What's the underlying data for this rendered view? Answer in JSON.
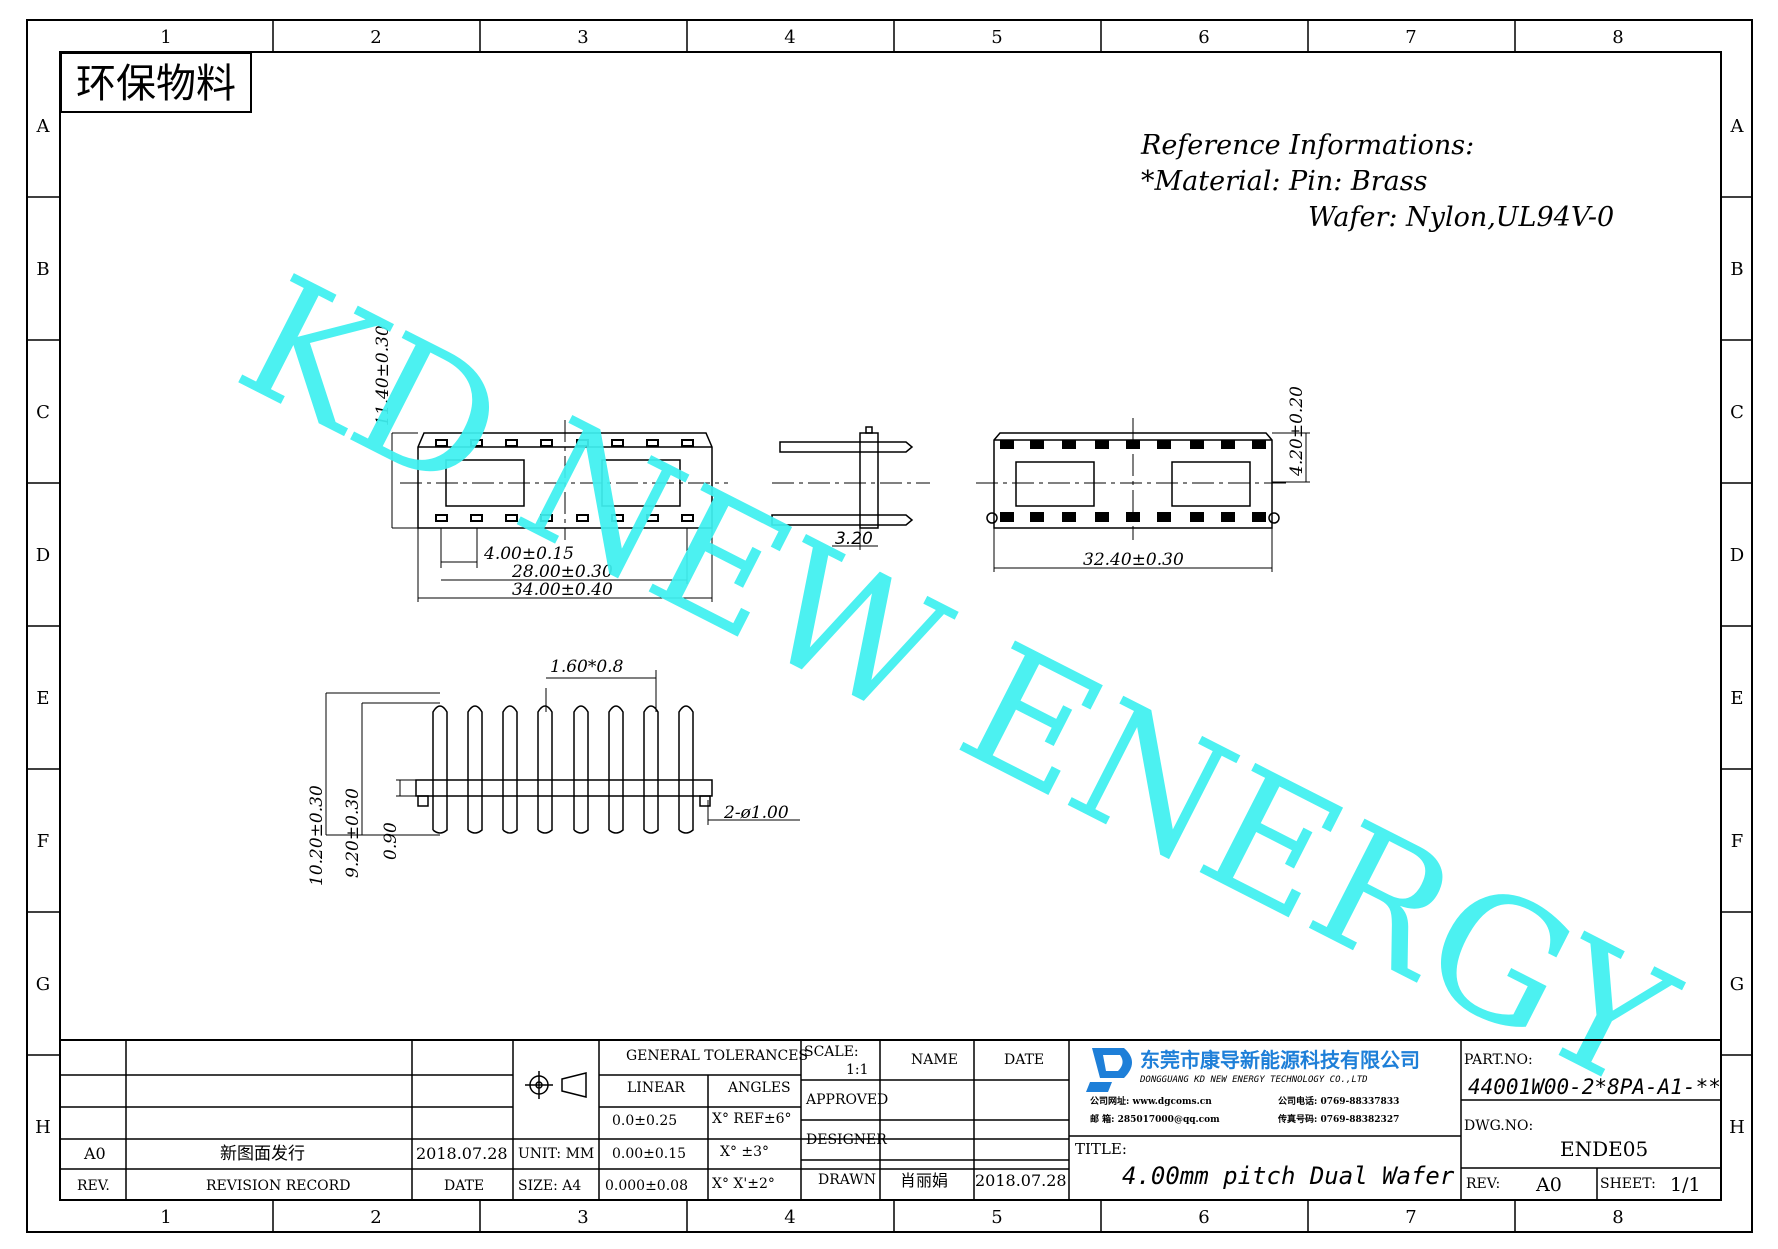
{
  "frame": {
    "cols": [
      "1",
      "2",
      "3",
      "4",
      "5",
      "6",
      "7",
      "8"
    ],
    "rows": [
      "A",
      "B",
      "C",
      "D",
      "E",
      "F",
      "G",
      "H"
    ]
  },
  "stamp": "环保物料",
  "watermark": "KD NEW ENERGY",
  "reference": {
    "line1": "Reference Informations:",
    "line2": "*Material: Pin: Brass",
    "line3": "Wafer: Nylon,UL94V-0"
  },
  "dims": {
    "height_total": "11.40±0.30",
    "pitch": "4.00±0.15",
    "span_pins": "28.00±0.30",
    "length_total": "34.00±0.40",
    "pin_offset": "3.20",
    "side_height": "4.20±0.20",
    "side_length": "32.40±0.30",
    "pin_tip": "1.60*0.8",
    "pin_len_total": "10.20±0.30",
    "pin_len_upper": "9.20±0.30",
    "pin_base": "0.90",
    "hole": "2-ø1.00"
  },
  "title_block": {
    "general_tolerances": "GENERAL TOLERANCES",
    "linear": "LINEAR",
    "angles": "ANGLES",
    "tol_linear_1": "0.0±0.25",
    "tol_linear_2": "0.00±0.15",
    "tol_linear_3": "0.000±0.08",
    "tol_angle_1": "X° REF±6°",
    "tol_angle_2": "X° ±3°",
    "tol_angle_3": "X° X'±2°",
    "unit": "UNIT: MM",
    "size": "SIZE: A4",
    "scale_label": "SCALE:",
    "scale_value": "1:1",
    "name_header": "NAME",
    "date_header": "DATE",
    "approved": "APPROVED",
    "designer": "DESIGNER",
    "drawn": "DRAWN",
    "drawn_name": "肖丽娟",
    "drawn_date": "2018.07.28",
    "rev_code": "A0",
    "rev_desc": "新图面发行",
    "rev_date": "2018.07.28",
    "rev_header": "REV.",
    "revision_record": "REVISION RECORD",
    "date_col": "DATE",
    "company_cn": "东莞市康导新能源科技有限公司",
    "company_en": "DONGGUANG KD NEW ENERGY TECHNOLOGY CO.,LTD",
    "contact_1": "公司网址: www.dgcoms.cn",
    "contact_2": "公司电话: 0769-88337833",
    "contact_3": "邮    箱: 285017000@qq.com",
    "contact_4": "传真号码: 0769-88382327",
    "title_label": "TITLE:",
    "title": "4.00mm pitch Dual Wafer",
    "part_no_label": "PART.NO:",
    "part_no": "44001W00-2*8PA-A1-**",
    "dwg_no_label": "DWG.NO:",
    "dwg_no": "ENDE05",
    "rev_label": "REV:",
    "rev_value": "A0",
    "sheet_label": "SHEET:",
    "sheet_value": "1/1"
  },
  "colors": {
    "line": "#000000",
    "watermark": "#3ff0f0",
    "logo": "#1e7fd8"
  }
}
